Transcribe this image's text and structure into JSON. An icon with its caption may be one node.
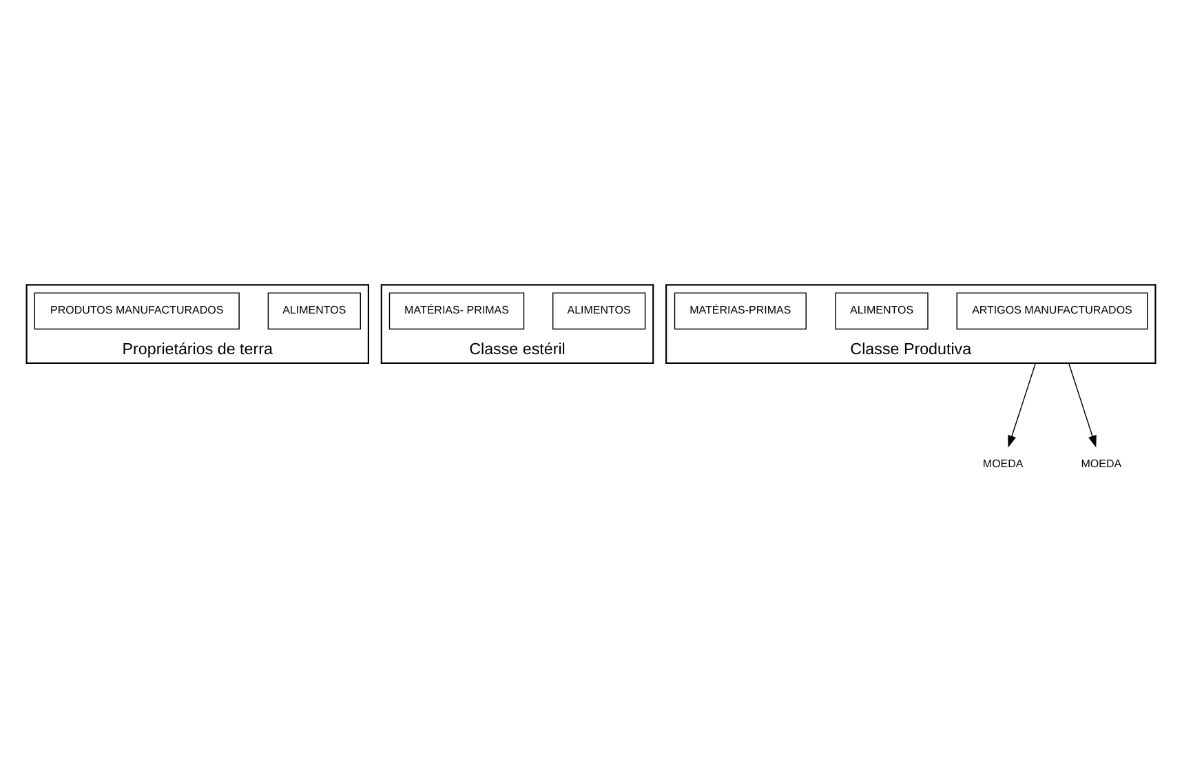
{
  "diagram": {
    "nodes": [
      {
        "text": [
          "Proprietários de terra"
        ]
      },
      {
        "text": [
          "ALIMENTOS"
        ],
        "in": 0
      },
      {
        "text": [
          "PRODUTOS MANUFACTURADOS"
        ],
        "in": 0
      },
      {
        "text": [
          "Classe estéril"
        ]
      },
      {
        "text": [
          "ALIMENTOS"
        ],
        "in": 3
      },
      {
        "text": [
          "MATÉRIAS- PRIMAS"
        ],
        "in": 3
      },
      {
        "text": [
          "Classe Produtiva"
        ]
      },
      {
        "text": [
          "ARTIGOS MANUFACTURADOS"
        ],
        "in": 6
      },
      {
        "text": [
          "ALIMENTOS"
        ],
        "in": 6
      },
      {
        "text": [
          "MATÉRIAS-PRIMAS"
        ],
        "in": 6
      },
      {
        "text": [
          "MOEDA"
        ]
      },
      {
        "text": [
          "MOEDA"
        ]
      }
    ],
    "edges": [
      {
        "from": 6,
        "to": 10,
        "arrow": "to"
      },
      {
        "from": 6,
        "to": 11,
        "arrow": "to"
      }
    ]
  }
}
